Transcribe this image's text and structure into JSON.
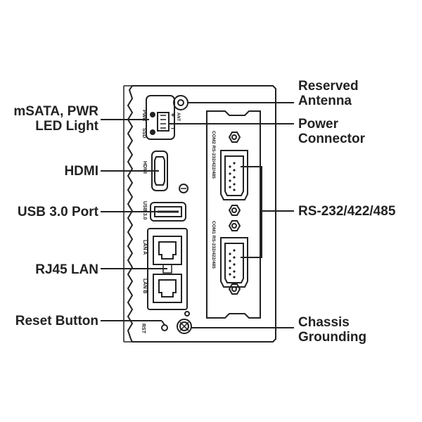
{
  "labels_left": {
    "msata_line1": "mSATA, PWR",
    "msata_line2": "LED Light",
    "hdmi": "HDMI",
    "usb": "USB 3.0 Port",
    "rj45": "RJ45 LAN",
    "reset": "Reset Button"
  },
  "labels_right": {
    "antenna_line1": "Reserved",
    "antenna_line2": "Antenna",
    "power_line1": "Power",
    "power_line2": "Connector",
    "serial": "RS-232/422/485",
    "ground_line1": "Chassis",
    "ground_line2": "Grounding"
  },
  "device_marks": {
    "pwr": "PWR",
    "ssd": "SSD",
    "ant": "ANT",
    "hdmi": "HDMI",
    "usb": "USB 3.0",
    "lan_a": "LAN A",
    "lan_b": "LAN B",
    "rst": "RST",
    "com2": "COM2 RS-232/422/485",
    "com1": "COM1 RS-232/422/485",
    "plus": "+",
    "minus": "−"
  },
  "colors": {
    "line": "#222222",
    "text": "#222222",
    "background": "#ffffff"
  }
}
